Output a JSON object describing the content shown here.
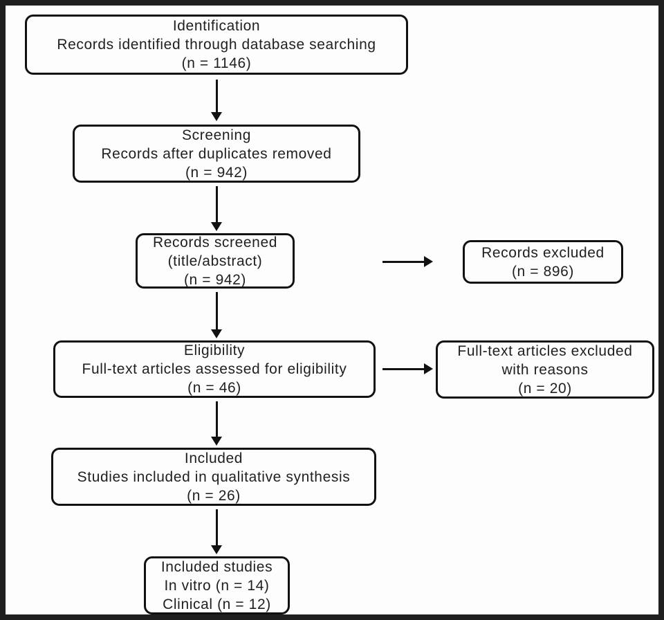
{
  "diagram": {
    "type": "flowchart",
    "boxes": {
      "identification": {
        "lines": [
          "Identification",
          "Records identified through database searching",
          "(n = 1146)"
        ]
      },
      "screening": {
        "lines": [
          "Screening",
          "Records after duplicates removed",
          "(n = 942)"
        ]
      },
      "records_screened": {
        "lines": [
          "Records screened",
          "(title/abstract)",
          "(n = 942)"
        ]
      },
      "records_excluded": {
        "lines": [
          "Records excluded",
          "(n = 896)"
        ]
      },
      "eligibility": {
        "lines": [
          "Eligibility",
          "Full-text articles assessed for eligibility",
          "(n = 46)"
        ]
      },
      "fulltext_excluded": {
        "lines": [
          "Full-text articles excluded",
          "with reasons",
          "(n = 20)"
        ]
      },
      "included": {
        "lines": [
          "Included",
          "Studies included in qualitative synthesis",
          "(n = 26)"
        ]
      },
      "included_studies": {
        "lines": [
          "Included studies",
          "In vitro (n = 14)",
          "Clinical (n = 12)"
        ]
      }
    },
    "counts": {
      "identified": 1146,
      "after_duplicates_removed": 942,
      "screened": 942,
      "records_excluded": 896,
      "fulltext_assessed": 46,
      "fulltext_excluded_with_reasons": 20,
      "included_qualitative_synthesis": 26,
      "included_in_vitro": 14,
      "included_clinical": 12
    },
    "colors": {
      "background": "#fdfdfd",
      "frame_border": "#1e1e1e",
      "box_border": "#111111",
      "text": "#1f1f1f",
      "arrow": "#111111"
    }
  }
}
